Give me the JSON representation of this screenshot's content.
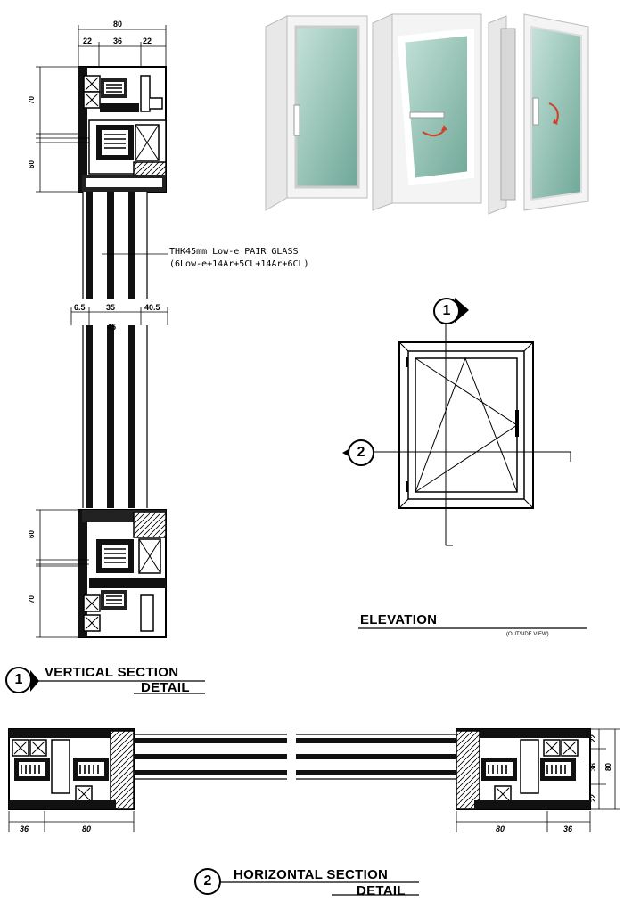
{
  "glass_note": {
    "line1": "THK45mm Low-e PAIR GLASS",
    "line2": "(6Low-e+14Ar+5CL+14Ar+6CL)"
  },
  "vertical": {
    "dims_top": {
      "total": "80",
      "left": "22",
      "mid": "36",
      "right": "22"
    },
    "dims_side_top": {
      "a": "70",
      "b": "60"
    },
    "dims_glass": {
      "left": "6.5",
      "mid": "35",
      "right": "40.5",
      "inner": "45"
    },
    "dims_side_bottom": {
      "a": "60",
      "b": "70"
    },
    "marker": "1",
    "title1": "VERTICAL SECTION",
    "title2": "DETAIL"
  },
  "elevation": {
    "title": "ELEVATION",
    "subtitle": "(OUTSIDE VIEW)",
    "marker_top": "1",
    "marker_left": "2"
  },
  "horizontal": {
    "dims_left": {
      "a": "36",
      "b": "80"
    },
    "dims_right": {
      "a": "80",
      "b": "36"
    },
    "dims_side": {
      "a": "22",
      "b": "36",
      "c": "22",
      "total": "80"
    },
    "marker": "2",
    "title1": "HORIZONTAL SECTION",
    "title2": "DETAIL"
  },
  "photos": {
    "count": 3,
    "glass_color": "#9cc7bd",
    "frame_color": "#f2f2f2"
  }
}
